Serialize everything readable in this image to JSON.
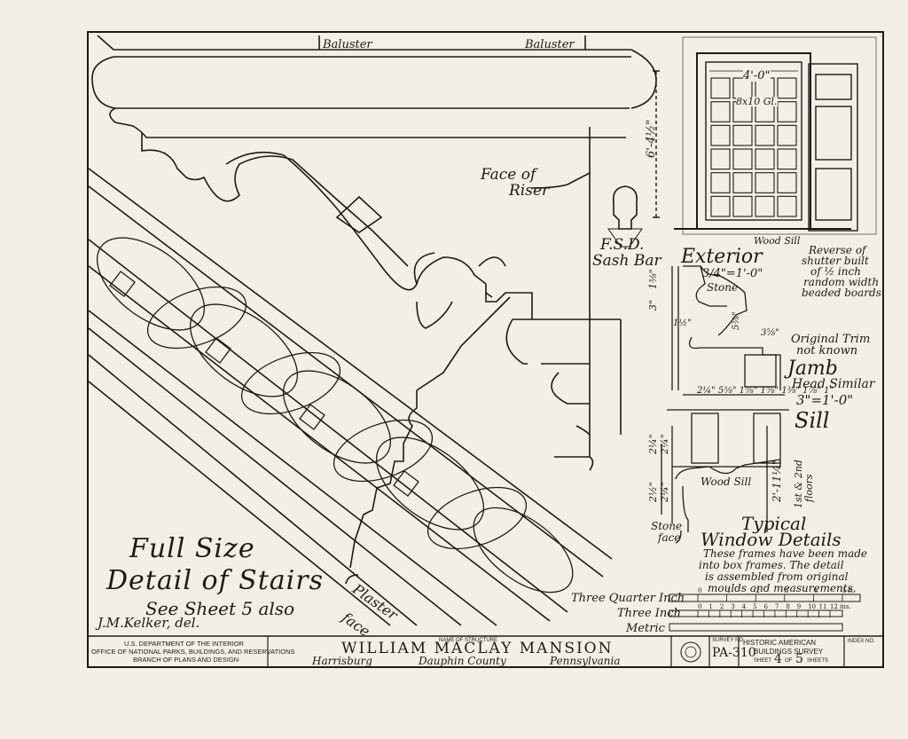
{
  "drawing": {
    "labels": {
      "baluster_1": "Baluster",
      "baluster_2": "Baluster",
      "face_of_riser": [
        "Face of",
        "Riser"
      ],
      "sash_bar": [
        "F.S.D.",
        "Sash Bar"
      ],
      "plaster_face": [
        "Plaster",
        "face"
      ]
    },
    "stair_title": [
      "Full Size",
      "Detail of Stairs"
    ],
    "stair_note": "See Sheet 5 also",
    "delineator": "J.M.Kelker, del."
  },
  "window": {
    "width_dim": "4'-0\"",
    "glass": "8x10 Gl.",
    "height_dim": "6'-4½\"",
    "wood_sill": "Wood Sill",
    "exterior": "Exterior",
    "exterior_scale": "3/4\"=1'-0\"",
    "shutter_note": [
      "Reverse of",
      "shutter built",
      "of ½ inch",
      "random width",
      "beaded boards"
    ],
    "stone": "Stone",
    "original_trim": [
      "Original Trim",
      "not known"
    ],
    "jamb": "Jamb",
    "head_similar": "Head Similar",
    "jamb_scale": "3\"=1'-0\"",
    "sill": "Sill",
    "wood_sill_2": "Wood Sill",
    "stone_face": [
      "Stone",
      "face"
    ],
    "floors": [
      "2'-11¼\"",
      "1st & 2nd",
      "floors"
    ],
    "dims_small": [
      "3\"",
      "1⅜\"",
      "1½\"",
      "5⅜\"",
      "3⅝\"",
      "2¼\"",
      "2¼\"",
      "2½\"",
      "2¼\""
    ],
    "jamb_dims": "2¼\" 5⅜\" 1⅝\" 1⅝\" 1⅜\" 1⅞\" 1\"",
    "typical_title": [
      "Typical",
      "Window Details"
    ],
    "frames_note": [
      "These frames have been made",
      "into box frames. The detail",
      "is assembled from original",
      "moulds and measurements."
    ]
  },
  "scales": {
    "three_quarter": "Three Quarter Inch",
    "three_inch": "Three Inch",
    "metric": "Metric",
    "tq_ticks": [
      "0",
      "1",
      "2",
      "3",
      "4",
      "5 ft."
    ],
    "ti_ticks": [
      "0",
      "1",
      "2",
      "3",
      "4",
      "5",
      "6",
      "7",
      "8",
      "9",
      "10",
      "11",
      "12 ins."
    ]
  },
  "title_block": {
    "dept": [
      "U.S. DEPARTMENT OF THE INTERIOR",
      "OFFICE OF NATIONAL PARKS, BUILDINGS, AND RESERVATIONS",
      "BRANCH OF PLANS AND DESIGN"
    ],
    "name_caption": "NAME OF STRUCTURE",
    "name": "WILLIAM MACLAY MANSION",
    "location": [
      "Harrisburg",
      "Dauphin County",
      "Pennsylvania"
    ],
    "survey_caption": "SURVEY NO.",
    "survey_no": "PA-310",
    "habs": [
      "HISTORIC AMERICAN",
      "BUILDINGS SURVEY"
    ],
    "sheet_word": "SHEET",
    "sheet_no": "4",
    "of_word": "OF",
    "sheet_total": "5",
    "sheets_word": "SHEETS",
    "index_caption": "INDEX NO."
  }
}
